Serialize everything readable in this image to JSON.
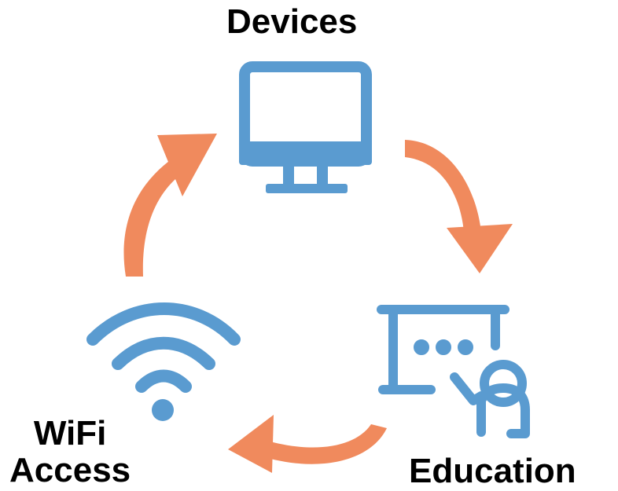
{
  "diagram": {
    "nodes": [
      {
        "id": "devices",
        "label": "Devices",
        "icon": "monitor-icon"
      },
      {
        "id": "education",
        "label": "Education",
        "icon": "teacher-board-icon"
      },
      {
        "id": "wifi",
        "label_line1": "WiFi",
        "label_line2": "Access",
        "icon": "wifi-icon"
      }
    ],
    "cycle": [
      "devices",
      "education",
      "wifi"
    ],
    "colors": {
      "icon": "#5a9bd0",
      "arrow": "#f08a5d",
      "text": "#000000",
      "background": "#ffffff"
    }
  }
}
